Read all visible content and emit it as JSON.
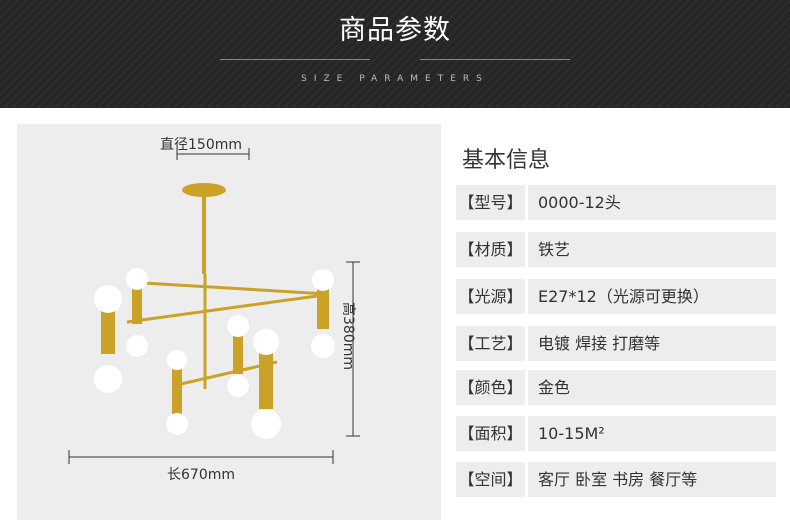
{
  "header": {
    "title": "商品参数",
    "subtitle": "SIZE PARAMETERS"
  },
  "dimensions": {
    "diameter": "直径150mm",
    "length": "长670mm",
    "height": "高380mm"
  },
  "info": {
    "title": "基本信息",
    "rows": [
      {
        "label": "【型号】",
        "value": "0000-12头"
      },
      {
        "label": "【材质】",
        "value": "铁艺"
      },
      {
        "label": "【光源】",
        "value": "E27*12（光源可更换）"
      },
      {
        "label": "【工艺】",
        "value": "电镀  焊接  打磨等"
      },
      {
        "label": "【颜色】",
        "value": "金色"
      },
      {
        "label": "【面积】",
        "value": "10-15M²"
      },
      {
        "label": "【空间】",
        "value": "客厅  卧室  书房  餐厅等"
      }
    ]
  },
  "colors": {
    "banner_bg": "#262626",
    "row_bg": "#ededed",
    "gold": "#c9a227"
  }
}
